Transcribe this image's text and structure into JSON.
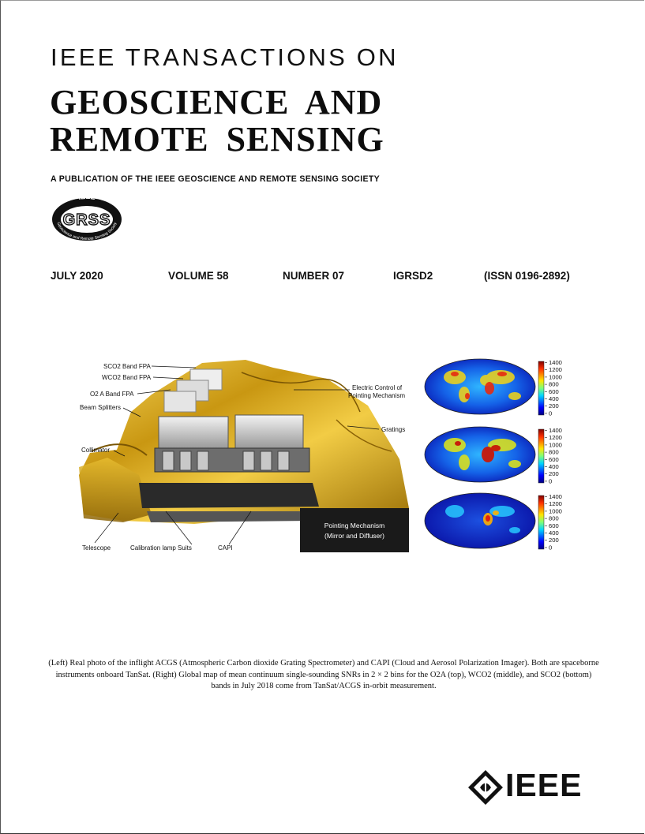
{
  "journal": {
    "series_line": "IEEE TRANSACTIONS ON",
    "title_line1": "GEOSCIENCE AND",
    "title_line2": "REMOTE SENSING",
    "publication_line": "A PUBLICATION OF THE IEEE GEOSCIENCE AND REMOTE SENSING SOCIETY"
  },
  "logo": {
    "ring_text_top": "IEEE",
    "main_text": "GRSS",
    "ring_text_bottom": "Geoscience and Remote Sensing Society"
  },
  "issue": {
    "date": "JULY 2020",
    "volume": "VOLUME 58",
    "number": "NUMBER 07",
    "code": "IGRSD2",
    "issn": "(ISSN 0196-2892)"
  },
  "photo_labels": {
    "sco2_fpa": "SCO2 Band FPA",
    "wco2_fpa": "WCO2 Band FPA",
    "o2a_fpa": "O2 A Band FPA",
    "beam_splitters": "Beam Splitters",
    "collimator": "Collimator",
    "telescope": "Telescope",
    "calibration": "Calibration lamp Suits",
    "capi": "CAPI",
    "electric_control_1": "Electric Control of",
    "electric_control_2": "Pointing Mechanism",
    "gratings": "Gratings",
    "pointing_1": "Pointing Mechanism",
    "pointing_2": "(Mirror and Diffuser)"
  },
  "colorbar": {
    "ticks": [
      "1400",
      "1200",
      "1000",
      "800",
      "600",
      "400",
      "200",
      "0"
    ]
  },
  "caption": "(Left) Real photo of the inflight ACGS (Atmospheric Carbon dioxide Grating Spectrometer) and CAPI (Cloud and Aerosol Polarization Imager). Both are spaceborne instruments onboard TanSat. (Right) Global map of mean continuum single-sounding SNRs in 2 × 2 bins for the O2A (top), WCO2 (middle), and SCO2 (bottom) bands in July 2018 come from TanSat/ACGS in-orbit measurement.",
  "publisher": {
    "wordmark": "IEEE"
  }
}
